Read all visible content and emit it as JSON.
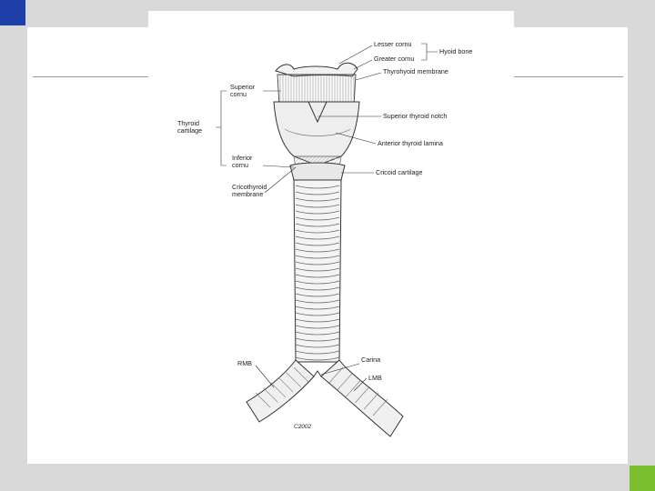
{
  "colors": {
    "accent_top_left": "#1f3fa8",
    "accent_bottom_right": "#7cbf2e",
    "background": "#d9d9d9"
  },
  "figure": {
    "labels": {
      "lesser_cornu": "Lesser cornu",
      "greater_cornu": "Greater cornu",
      "hyoid_bone": "Hyoid bone",
      "thyrohyoid_membrane": "Thyrohyoid membrane",
      "superior_cornu": "Superior cornu",
      "thyroid_cartilage": "Thyroid cartilage",
      "superior_thyroid_notch": "Superior thyroid notch",
      "anterior_thyroid_lamina": "Anterior thyroid lamina",
      "inferior_cornu": "Inferior cornu",
      "cricoid_cartilage": "Cricoid cartilage",
      "cricothyroid_membrane": "Cricothyroid membrane",
      "rmb": "RMB",
      "carina": "Carina",
      "lmb": "LMB",
      "signature": "C2002"
    }
  }
}
